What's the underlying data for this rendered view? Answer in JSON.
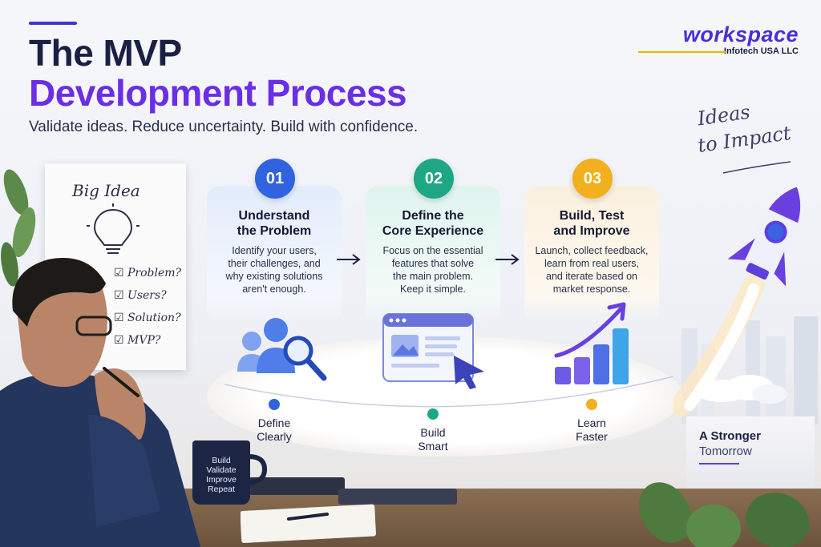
{
  "header": {
    "title_line1": "The MVP",
    "title_line2": "Development Process",
    "subtitle": "Validate ideas. Reduce uncertainty. Build with confidence."
  },
  "logo": {
    "wordmark": "workspace",
    "company": "Infotech USA LLC"
  },
  "handwriting": {
    "line1": "Ideas",
    "line2": "to Impact"
  },
  "whiteboard": {
    "title": "Big Idea",
    "checklist": [
      "Problem?",
      "Users?",
      "Solution?",
      "MVP?"
    ]
  },
  "steps": [
    {
      "number": "01",
      "title_line1": "Understand",
      "title_line2": "the Problem",
      "desc_lines": [
        "Identify your users,",
        "their challenges, and",
        "why existing solutions",
        "aren't enough."
      ],
      "stage_line1": "Define",
      "stage_line2": "Clearly"
    },
    {
      "number": "02",
      "title_line1": "Define the",
      "title_line2": "Core Experience",
      "desc_lines": [
        "Focus on the essential",
        "features that solve",
        "the main problem.",
        "Keep it simple."
      ],
      "stage_line1": "Build",
      "stage_line2": "Smart"
    },
    {
      "number": "03",
      "title_line1": "Build, Test",
      "title_line2": "and Improve",
      "desc_lines": [
        "Launch, collect feedback,",
        "learn from real users,",
        "and iterate based on",
        "market response."
      ],
      "stage_line1": "Learn",
      "stage_line2": "Faster"
    }
  ],
  "mug": {
    "lines": [
      "Build",
      "Validate",
      "Improve",
      "Repeat"
    ]
  },
  "pedestal": {
    "line1": "A Stronger",
    "line2": "Tomorrow"
  },
  "colors": {
    "navy": "#1a1f44",
    "purple": "#6a2ee6",
    "step1": "#2f63e0",
    "step2": "#1ea784",
    "step3": "#f2b01e"
  },
  "icons": [
    "users-search-icon",
    "browser-cursor-icon",
    "growth-chart-icon",
    "rocket-icon",
    "lightbulb-icon",
    "arrow-right-icon"
  ]
}
